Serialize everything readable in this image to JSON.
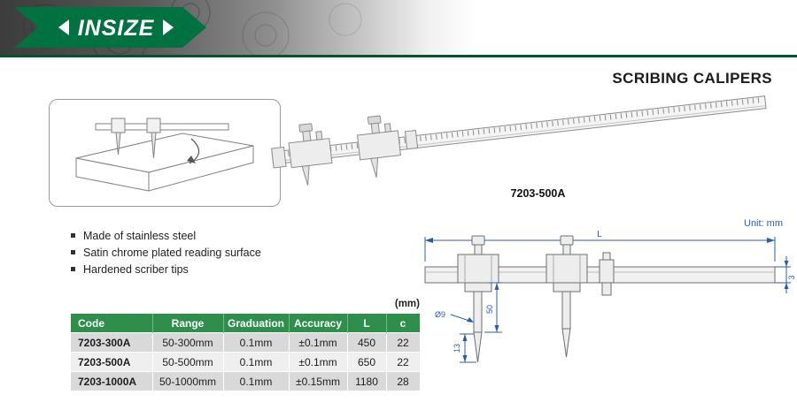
{
  "brand": {
    "logo_text": "INSIZE"
  },
  "header": {
    "title": "SCRIBING CALIPERS"
  },
  "product": {
    "model_label": "7203-500A"
  },
  "features": [
    "Made of stainless steel",
    "Satin chrome plated reading surface",
    "Hardened scriber tips"
  ],
  "diagram": {
    "unit_label": "Unit: mm",
    "dims": {
      "length": "L",
      "thickness": "3",
      "diameter": "Ø9",
      "scriber_length": "50",
      "tip_length": "13"
    }
  },
  "table": {
    "unit_label": "(mm)",
    "headers": [
      "Code",
      "Range",
      "Graduation",
      "Accuracy",
      "L",
      "c"
    ],
    "rows": [
      [
        "7203-300A",
        "50-300mm",
        "0.1mm",
        "±0.1mm",
        "450",
        "22"
      ],
      [
        "7203-500A",
        "50-500mm",
        "0.1mm",
        "±0.1mm",
        "650",
        "22"
      ],
      [
        "7203-1000A",
        "50-1000mm",
        "0.1mm",
        "±0.15mm",
        "1180",
        "28"
      ]
    ]
  }
}
